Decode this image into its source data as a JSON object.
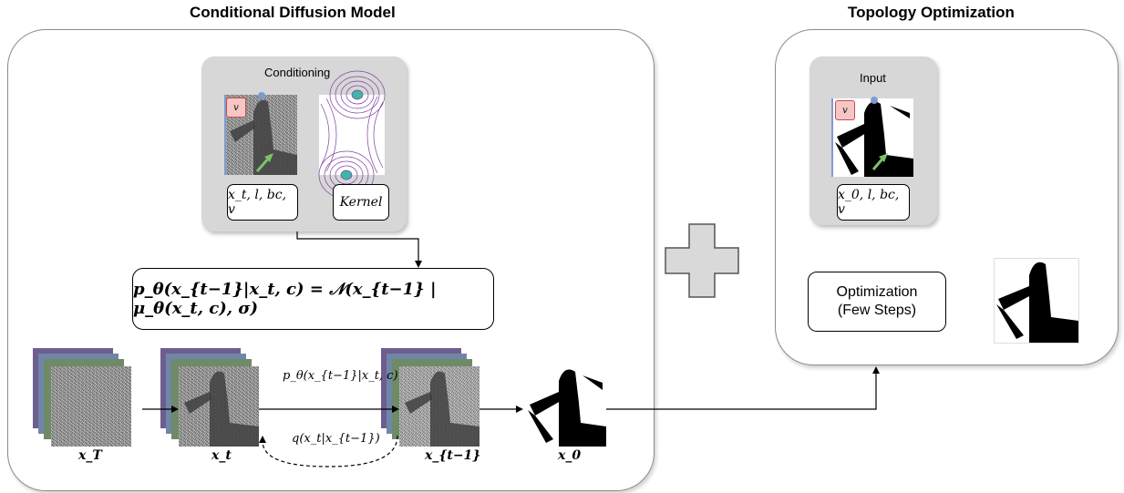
{
  "left_title": "Conditional Diffusion Model",
  "right_title": "Topology Optimization",
  "conditioning": {
    "label": "Conditioning",
    "tag": "v",
    "box1": "x_t, l, bc, v",
    "box2": "Kernel"
  },
  "formula": "p_θ(x_{t−1}|x_t, c) = 𝒩(x_{t−1} | μ_θ(x_t, c), σ)",
  "stack_labels": {
    "xT": "x_T",
    "xt": "x_t",
    "xt1": "x_{t−1}",
    "x0": "x_0"
  },
  "arrow_labels": {
    "reverse": "p_θ(x_{t−1}|x_t, c)",
    "forward": "q(x_t|x_{t−1})"
  },
  "input": {
    "label": "Input",
    "tag": "v",
    "box": "x_0, l, bc, v"
  },
  "optimization": {
    "line1": "Optimization",
    "line2": "(Few Steps)"
  },
  "colors": {
    "panel_border": "#8c8c8c",
    "gray_box": "#d7d7d7",
    "stack_purple": "#6e5e8e",
    "stack_blue": "#6f86a8",
    "stack_green": "#6f8a67",
    "arrow_green": "#7cc26a",
    "tag_fill": "#f5c6c6",
    "support_line": "#7d9bd1"
  }
}
